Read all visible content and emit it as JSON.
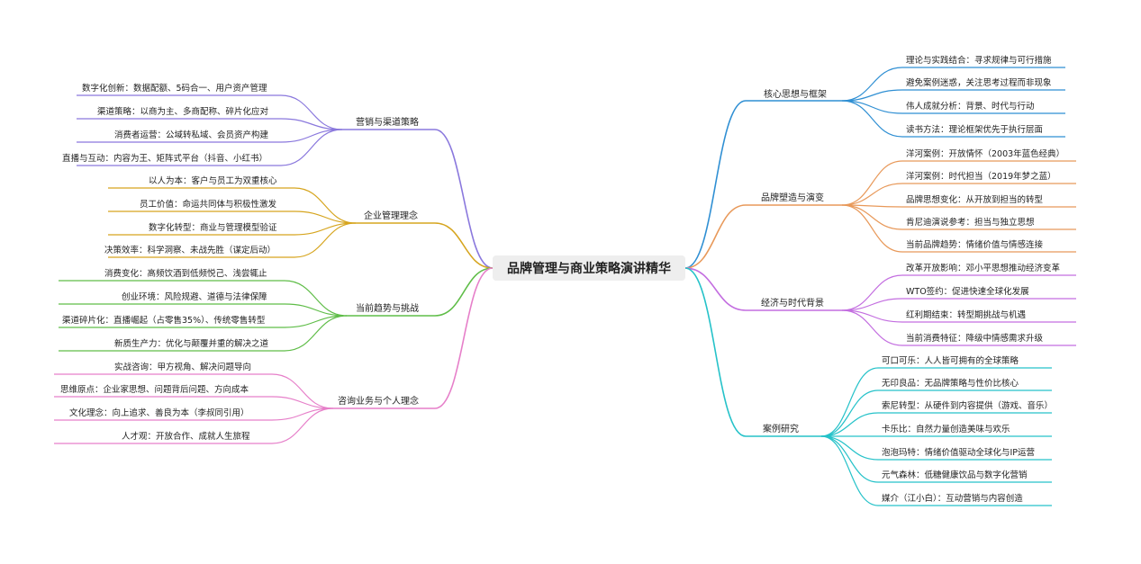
{
  "root": {
    "title": "品牌管理与商业策略演讲精华"
  },
  "branches": {
    "core": {
      "label": "核心思想与框架",
      "color": "#2f8fd3",
      "items": [
        "理论与实践结合：寻求规律与可行措施",
        "避免案例迷惑，关注思考过程而非现象",
        "伟人成就分析：背景、时代与行动",
        "读书方法：理论框架优先于执行层面"
      ]
    },
    "brand": {
      "label": "品牌塑造与演变",
      "color": "#e8995a",
      "items": [
        "洋河案例：开放情怀（2003年蓝色经典）",
        "洋河案例：时代担当（2019年梦之蓝）",
        "品牌思想变化：从开放到担当的转型",
        "肯尼迪演说参考：担当与独立思想",
        "当前品牌趋势：情绪价值与情感连接"
      ]
    },
    "economy": {
      "label": "经济与时代背景",
      "color": "#c36ee0",
      "items": [
        "改革开放影响：邓小平思想推动经济变革",
        "WTO签约：促进快速全球化发展",
        "红利期结束：转型期挑战与机遇",
        "当前消费特征：降级中情感需求升级"
      ]
    },
    "cases": {
      "label": "案例研究",
      "color": "#26c2c9",
      "items": [
        "可口可乐：人人皆可拥有的全球策略",
        "无印良品：无品牌策略与性价比核心",
        "索尼转型：从硬件到内容提供（游戏、音乐）",
        "卡乐比：自然力量创造美味与欢乐",
        "泡泡玛特：情绪价值驱动全球化与IP运营",
        "元气森林：低糖健康饮品与数字化营销",
        "媒介（江小白）：互动营销与内容创造"
      ]
    },
    "marketing": {
      "label": "营销与渠道策略",
      "color": "#8a78dd",
      "items": [
        "数字化创新：数据配额、5码合一、用户资产管理",
        "渠道策略：以商为主、多商配称、碎片化应对",
        "消费者运营：公域转私域、会员资产构建",
        "直播与互动：内容为王、矩阵式平台（抖音、小红书）"
      ]
    },
    "mgmt": {
      "label": "企业管理理念",
      "color": "#d6a51f",
      "items": [
        "以人为本：客户与员工为双重核心",
        "员工价值：命运共同体与积极性激发",
        "数字化转型：商业与管理模型验证",
        "决策效率：科学洞察、未战先胜（谋定后动）"
      ]
    },
    "trends": {
      "label": "当前趋势与挑战",
      "color": "#5fbd48",
      "items": [
        "消费变化：高频饮酒到低频悦己、浅尝辄止",
        "创业环境：风险规避、道德与法律保障",
        "渠道碎片化：直播崛起（占零售35%）、传统零售转型",
        "新质生产力：优化与颠覆并重的解决之道"
      ]
    },
    "consult": {
      "label": "咨询业务与个人理念",
      "color": "#e67fc9",
      "items": [
        "实战咨询：甲方视角、解决问题导向",
        "思维原点：企业家思想、问题背后问题、方向成本",
        "文化理念：向上追求、善良为本（李叔同引用）",
        "人才观：开放合作、成就人生旅程"
      ]
    }
  }
}
